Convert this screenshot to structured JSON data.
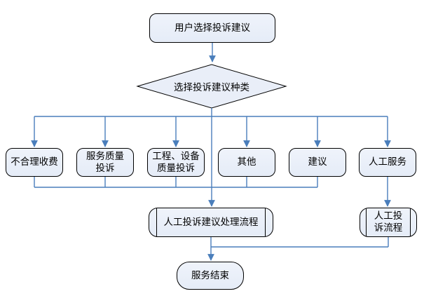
{
  "diagram": {
    "nodes": {
      "start": {
        "label": "用户选择投诉建议",
        "shape": "rounded-rect"
      },
      "decision": {
        "label": "选择投诉建议种类",
        "shape": "diamond"
      },
      "fees": {
        "label": "不合理收费",
        "shape": "rounded-rect"
      },
      "service_quality": {
        "label": "服务质量\n投诉",
        "shape": "rounded-rect"
      },
      "engineering": {
        "label": "工程、设备\n质量投诉",
        "shape": "rounded-rect"
      },
      "other": {
        "label": "其他",
        "shape": "rounded-rect"
      },
      "suggestion": {
        "label": "建议",
        "shape": "rounded-rect"
      },
      "manual_service": {
        "label": "人工服务",
        "shape": "rounded-rect"
      },
      "main_process": {
        "label": "人工投诉建议处理流程",
        "shape": "predefined-process"
      },
      "manual_process": {
        "label": "人工投\n诉流程",
        "shape": "predefined-process"
      },
      "end": {
        "label": "服务结束",
        "shape": "rounded-rect"
      }
    },
    "colors": {
      "node_fill": "#e9eef8",
      "node_border": "#000000",
      "connector": "#4a7ebb",
      "text": "#000000",
      "background": "#ffffff"
    }
  }
}
